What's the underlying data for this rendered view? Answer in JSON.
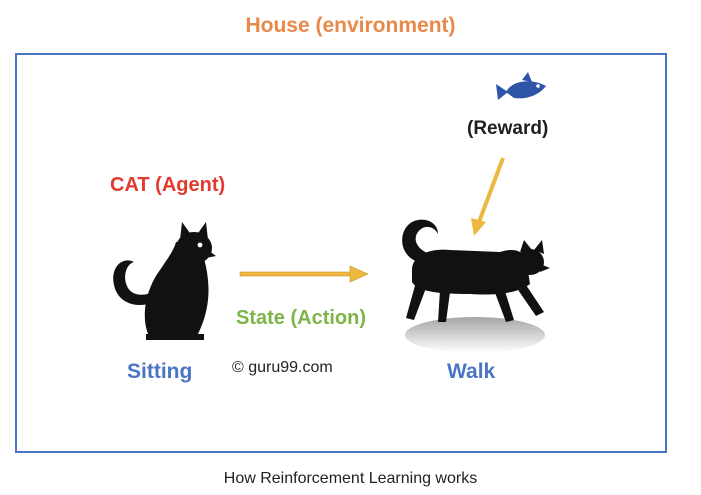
{
  "title": "House (environment)",
  "labels": {
    "agent": "CAT (Agent)",
    "reward": "(Reward)",
    "state_action": "State (Action)",
    "sitting": "Sitting",
    "walk": "Walk",
    "copyright": "© guru99.com"
  },
  "caption": "How Reinforcement Learning works",
  "colors": {
    "title": "#E8894A",
    "border": "#4A74C4",
    "agent": "#E23B2E",
    "state": "#7DB547",
    "arrow": "#EDB83D",
    "fish": "#2E55A8"
  },
  "icons": [
    "sitting-cat-icon",
    "walking-cat-icon",
    "fish-icon",
    "arrow-icon"
  ]
}
